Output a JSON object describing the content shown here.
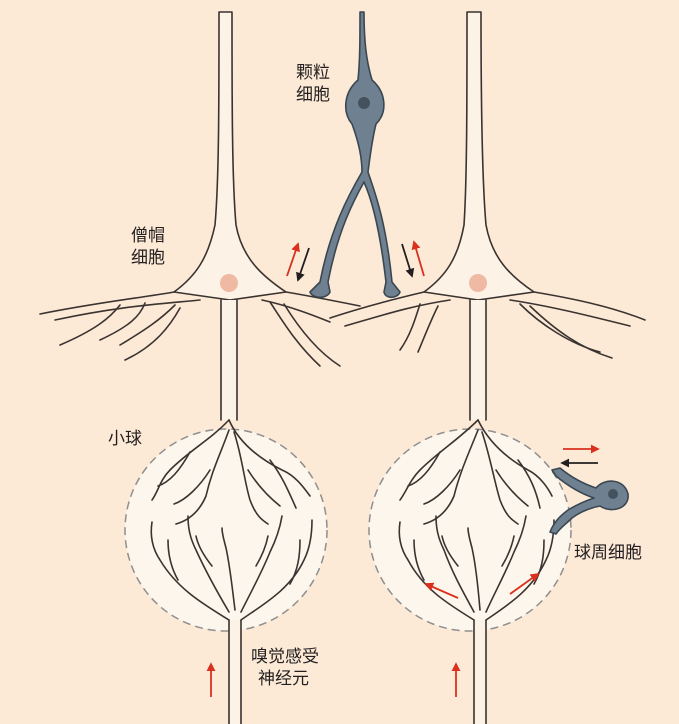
{
  "labels": {
    "granule": [
      "颗粒",
      "细胞"
    ],
    "mitral": [
      "僧帽",
      "细胞"
    ],
    "glomerulus": "小球",
    "periglomerular": "球周细胞",
    "receptor": [
      "嗅觉感受",
      "神经元"
    ]
  },
  "colors": {
    "background": "#fce9d6",
    "neuron_fill": "#fdf2e6",
    "neuron_stroke": "#3a3330",
    "soma_fill": "#f7dcc6",
    "nucleus_fill": "#f0b9a4",
    "granule_fill": "#6f8190",
    "granule_stroke": "#3a4752",
    "granule_nucleus": "#43525e",
    "glomerulus_fill": "#fdf6ec",
    "glomerulus_dash": "#8f8f8f",
    "arrow_red": "#d9301f",
    "arrow_black": "#231f20"
  }
}
